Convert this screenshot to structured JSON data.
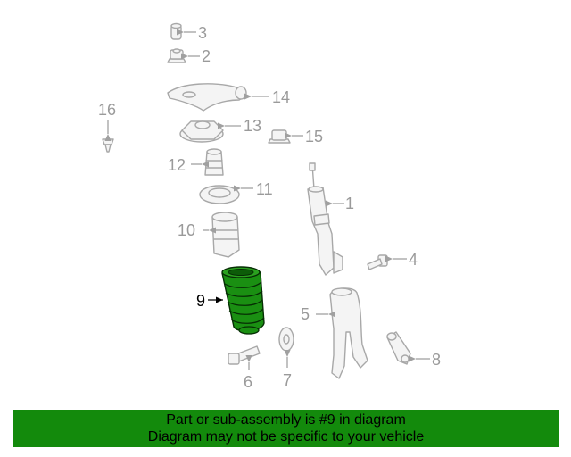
{
  "callouts": {
    "c1": "1",
    "c2": "2",
    "c3": "3",
    "c4": "4",
    "c5": "5",
    "c6": "6",
    "c7": "7",
    "c8": "8",
    "c9": "9",
    "c10": "10",
    "c11": "11",
    "c12": "12",
    "c13": "13",
    "c14": "14",
    "c15": "15",
    "c16": "16"
  },
  "highlight_color": "#138a0c",
  "banner": {
    "line1": "Part or sub-assembly is #9 in diagram",
    "line2": "Diagram may not be specific to your vehicle"
  }
}
